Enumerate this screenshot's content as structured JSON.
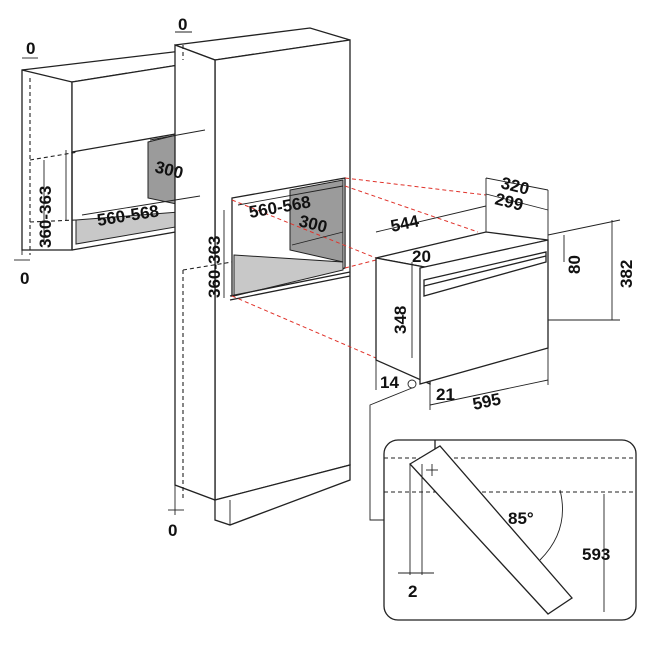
{
  "dimensions": {
    "left_top_zero": "0",
    "left_bottom_zero": "0",
    "tall_top_zero": "0",
    "tall_bottom_zero": "0",
    "left_depth": "300",
    "left_height": "360-363",
    "left_width": "560-568",
    "tall_width": "560-568",
    "tall_depth": "300",
    "tall_height": "360-363",
    "oven_depth_outer": "320",
    "oven_depth_inner": "299",
    "oven_depth_total": "544",
    "oven_top_gap": "20",
    "oven_panel_height": "80",
    "oven_total_height": "382",
    "oven_body_height": "348",
    "oven_side_offset": "14",
    "oven_front_offset": "21",
    "oven_width": "595",
    "detail_gap": "2",
    "door_angle": "85°",
    "door_height": "593"
  },
  "colors": {
    "cavity_shade": "#9b9b9b",
    "guide_red": "#e0332b",
    "line": "#222222"
  }
}
